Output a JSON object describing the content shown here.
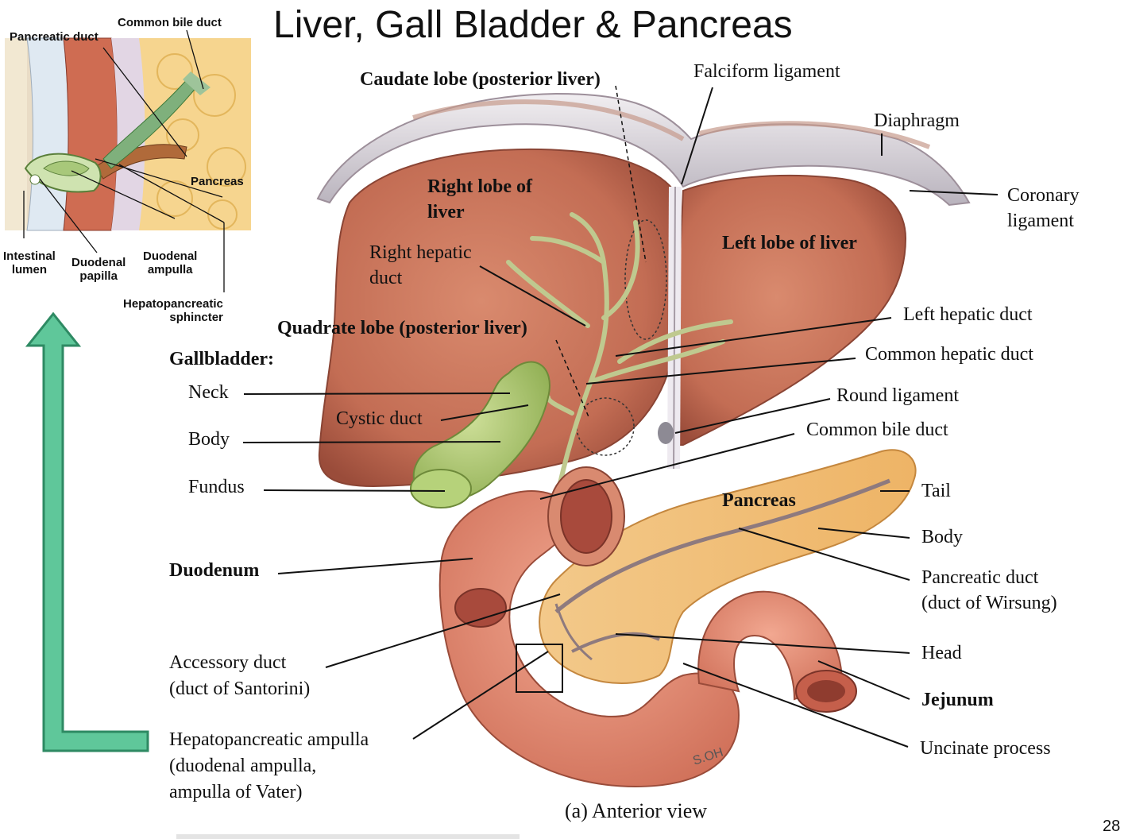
{
  "title": "Liver, Gall Bladder &  Pancreas",
  "page_number": "28",
  "caption": "(a) Anterior view",
  "signature": "S.OH",
  "inset": {
    "labels": {
      "common_bile_duct": "Common bile duct",
      "pancreatic_duct": "Pancreatic duct",
      "pancreas": "Pancreas",
      "intestinal_lumen": "Intestinal\nlumen",
      "duodenal_papilla": "Duodenal\npapilla",
      "duodenal_ampulla": "Duodenal\nampulla",
      "hepatopancreatic_sphincter": "Hepatopancreatic\nsphincter"
    }
  },
  "labels": {
    "caudate_lobe": "Caudate lobe (posterior liver)",
    "falciform_ligament": "Falciform ligament",
    "diaphragm": "Diaphragm",
    "coronary_ligament_1": "Coronary",
    "coronary_ligament_2": "ligament",
    "right_lobe_1": "Right lobe of",
    "right_lobe_2": "liver",
    "left_lobe": "Left lobe of liver",
    "right_hepatic_duct_1": "Right hepatic",
    "right_hepatic_duct_2": "duct",
    "quadrate_lobe": "Quadrate lobe (posterior liver)",
    "left_hepatic_duct": "Left hepatic duct",
    "gallbladder": "Gallbladder:",
    "common_hepatic_duct": "Common hepatic duct",
    "neck": "Neck",
    "round_ligament": "Round ligament",
    "cystic_duct": "Cystic duct",
    "body_gb": "Body",
    "common_bile_duct": "Common bile duct",
    "fundus": "Fundus",
    "pancreas": "Pancreas",
    "tail": "Tail",
    "body_pancreas": "Body",
    "duodenum": "Duodenum",
    "pancreatic_duct_1": "Pancreatic duct",
    "pancreatic_duct_2": "(duct of Wirsung)",
    "accessory_duct_1": "Accessory duct",
    "accessory_duct_2": "(duct of Santorini)",
    "head": "Head",
    "jejunum": "Jejunum",
    "hepatopancreatic_ampulla_1": "Hepatopancreatic ampulla",
    "hepatopancreatic_ampulla_2": "(duodenal ampulla,",
    "hepatopancreatic_ampulla_3": "ampulla of Vater)",
    "uncinate_process": "Uncinate process"
  },
  "colors": {
    "liver": "#c8735a",
    "liver_dark": "#a45440",
    "gallbladder": "#a8c46a",
    "duct": "#b8c88a",
    "pancreas": "#f0bf78",
    "duodenum": "#e8907a",
    "diaphragm": "#d9d4d8",
    "arrow": "#5fc79a",
    "arrow_border": "#2e8a63"
  }
}
